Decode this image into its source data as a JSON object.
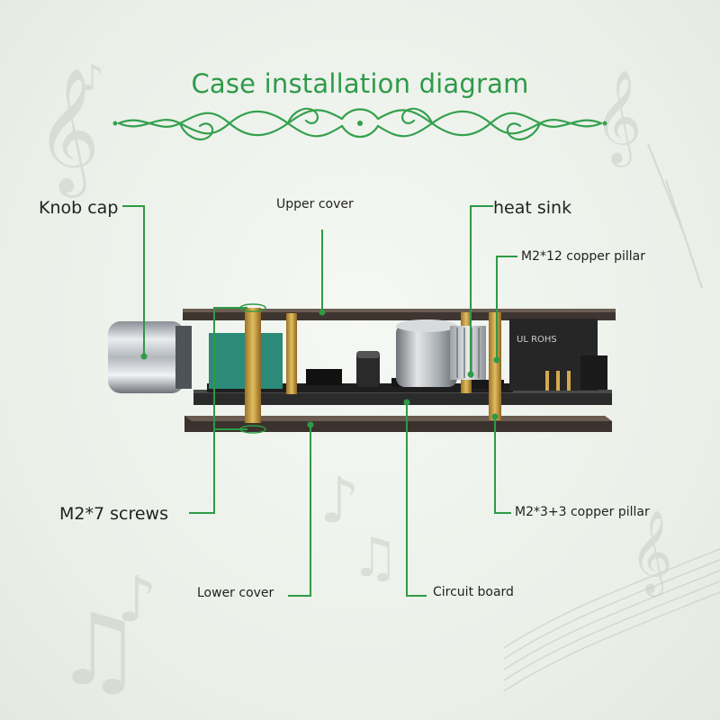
{
  "title": "Case installation diagram",
  "labels": {
    "knob_cap": "Knob cap",
    "upper_cover": "Upper cover",
    "heat_sink": "heat sink",
    "m2_12_pillar": "M2*12 copper pillar",
    "m2_7_screws": "M2*7 screws",
    "m2_3_3_pillar": "M2*3+3 copper pillar",
    "lower_cover": "Lower cover",
    "circuit_board": "Circuit board"
  },
  "component_marks": {
    "ul_mark": "UL ROHS"
  },
  "colors": {
    "title": "#2f9a4a",
    "leader": "#2e9a46",
    "label_text": "#222222",
    "cover": "#4a3f38",
    "pcb": "#2c2c2c",
    "brass": "#c8a040"
  }
}
